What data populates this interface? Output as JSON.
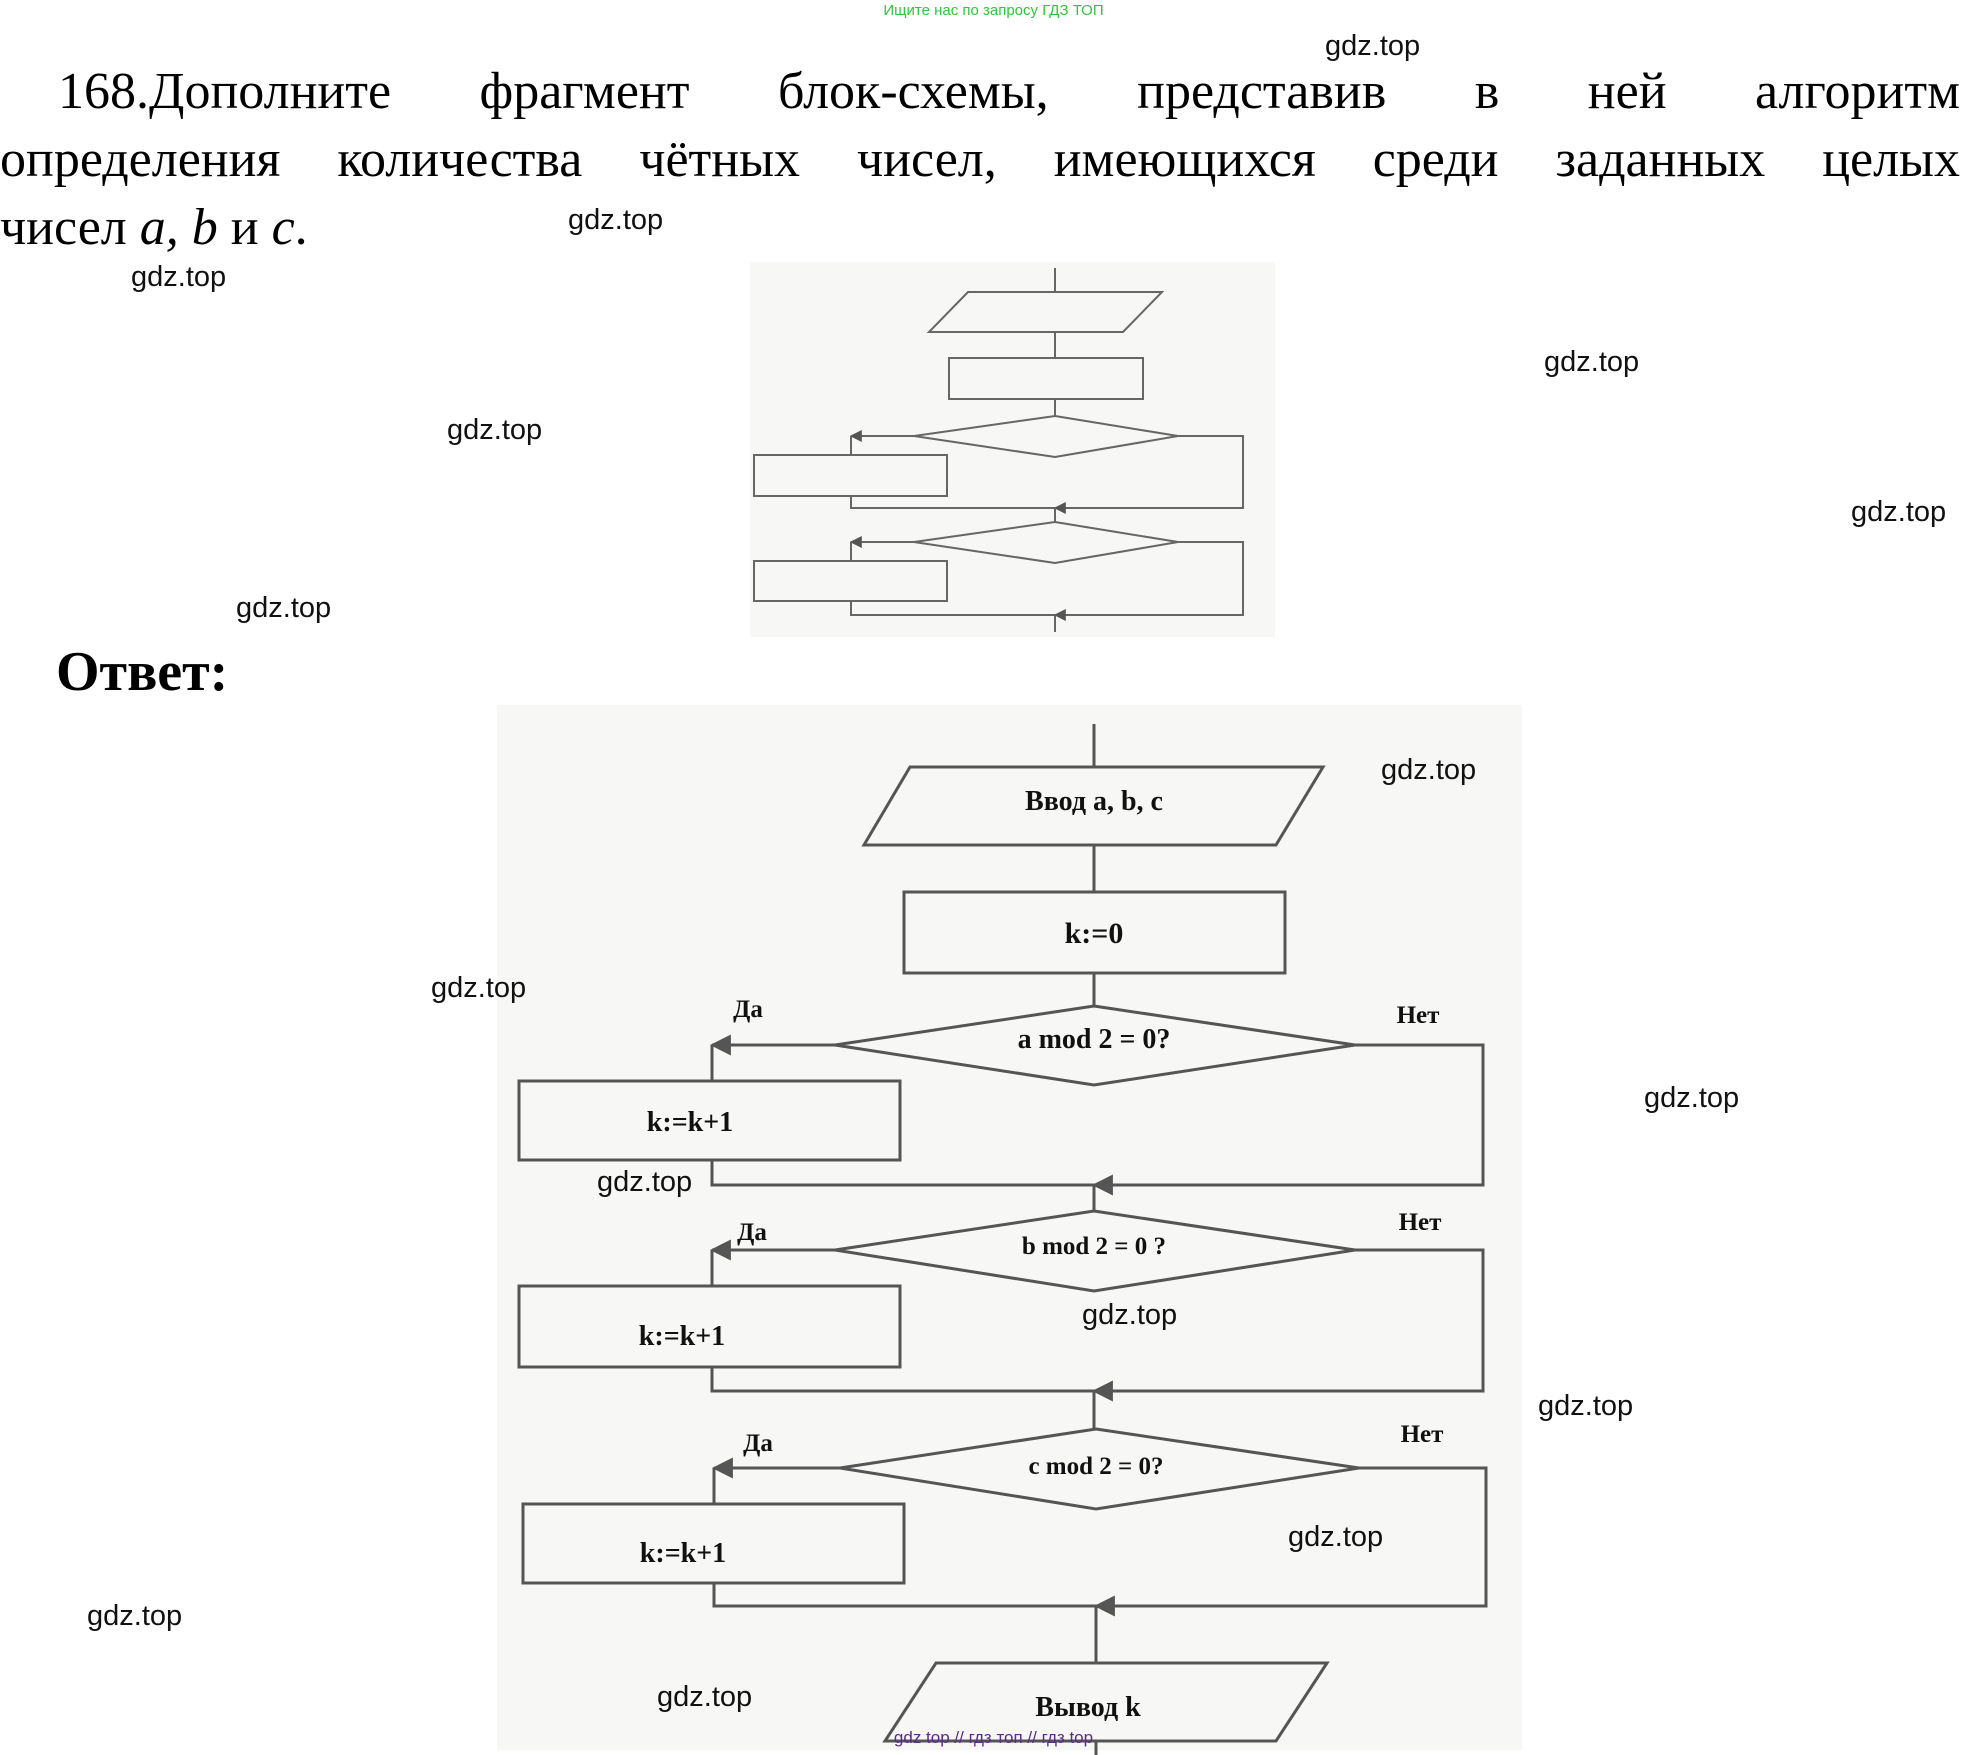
{
  "banner": "Ищите нас по запросу ГДЗ ТОП",
  "task": {
    "number": "168.",
    "line1": "Дополните фрагмент блок-схемы, представив в ней алгоритм",
    "line2": "определения количества чётных чисел, имеющихся среди заданных целых",
    "line3_prefix": "чисел ",
    "var_a": "a,",
    "var_b": "b",
    "conj": " и ",
    "var_c": "c",
    "line3_suffix": "."
  },
  "answer_label": "Ответ:",
  "flowchart": {
    "input_block": "Ввод a, b, c",
    "init_block": "k:=0",
    "conditions": [
      {
        "text": "a mod 2 = 0?",
        "yes": "Да",
        "no": "Нет",
        "action": "k:=k+1"
      },
      {
        "text": "b mod 2 = 0 ?",
        "yes": "Да",
        "no": "Нет",
        "action": "k:=k+1"
      },
      {
        "text": "c mod 2 = 0?",
        "yes": "Да",
        "no": "Нет",
        "action": "k:=k+1"
      }
    ],
    "output_block": "Вывод k"
  },
  "watermarks": [
    "gdz.top",
    "gdz.top",
    "gdz.top",
    "gdz.top",
    "gdz.top",
    "gdz.top",
    "gdz.top",
    "gdz.top",
    "gdz.top",
    "gdz.top",
    "gdz.top",
    "gdz.top",
    "gdz.top",
    "gdz.top",
    "gdz.top"
  ],
  "footer": "gdz top // гдз топ // гдз top",
  "colors": {
    "banner": "#2fc73a",
    "footer": "#5b2a8e",
    "lines": "#555555"
  }
}
